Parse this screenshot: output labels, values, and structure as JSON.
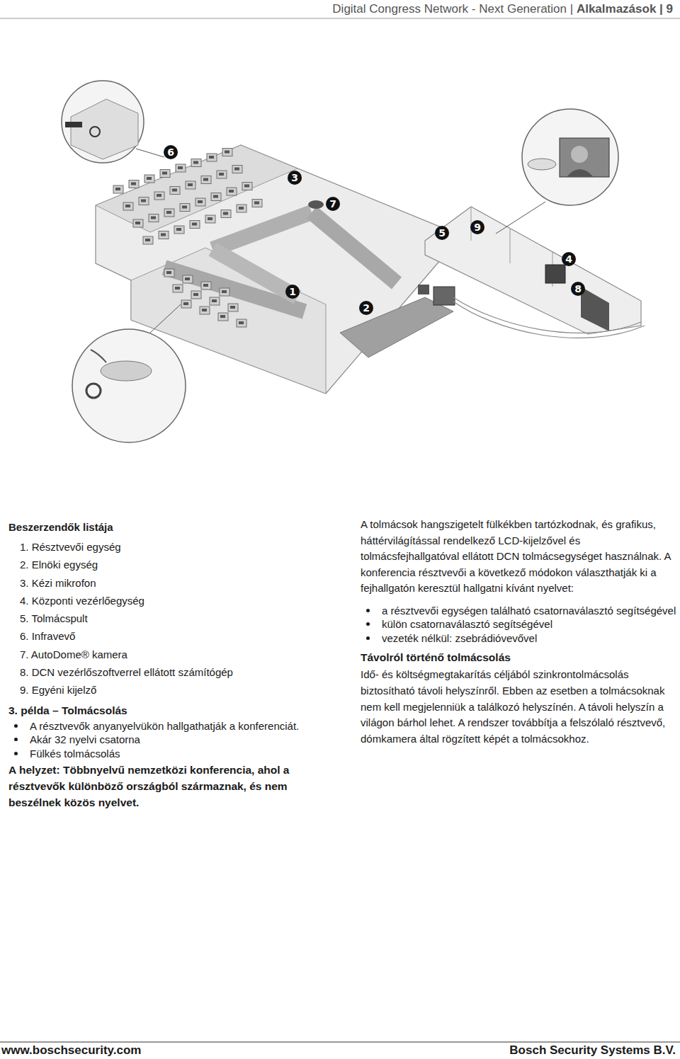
{
  "diagram": {
    "labels": [
      "Digital Congress Network - Next Generation | ",
      "Alkalmazások | 9",
      "6",
      "3",
      "7",
      "1",
      "2",
      "5",
      "9",
      "4",
      "8",
      "Beszerzendők listája",
      "1. Résztvevői egység",
      "2. Elnöki egység",
      "3. Kézi mikrofon",
      "4. Központi vezérlőegység",
      "5. Tolmácspult",
      "6. Infravevő",
      "7. AutoDome® kamera",
      "8. DCN vezérlőszoftverrel ellátott számítógép",
      "9. Egyéni kijelző",
      "3. példa – Tolmácsolás",
      "A résztvevők anyanyelvükön hallgathatják a konferenciát.",
      "Akár 32 nyelvi csatorna",
      "Fülkés tolmácsolás",
      "A helyzet: Többnyelvű nemzetközi konferencia, ahol a résztvevők különböző országból származnak, és nem beszélnek közös nyelvet.",
      "A tolmácsok hangszigetelt fülkékben tartózkodnak, és grafikus, háttérvilágítással rendelkező LCD-kijelzővel és tolmácsfejhallgatóval ellátott DCN tolmácsegységet használnak. A konferencia résztvevői a következő módokon választhatják ki a fejhallgatón keresztül hallgatni kívánt nyelvet:",
      "a résztvevői egységen található csatornaválasztó segítségével",
      "külön csatornaválasztó segítségével",
      "vezeték nélkül: zsebrádióvevővel",
      "Távolról történő tolmácsolás",
      "Idő- és költségmegtakarítás céljából szinkrontolmácsolás biztosítható távoli helyszínről. Ebben az esetben a tolmácsoknak nem kell megjelenniük a találkozó helyszínén. A távoli helyszín a világon bárhol lehet. A rendszer továbbítja a felszólaló résztvevő, dómkamera által rögzített képét a tolmácsokhoz.",
      "www.boschsecurity.com",
      "Bosch Security Systems B.V."
    ]
  }
}
